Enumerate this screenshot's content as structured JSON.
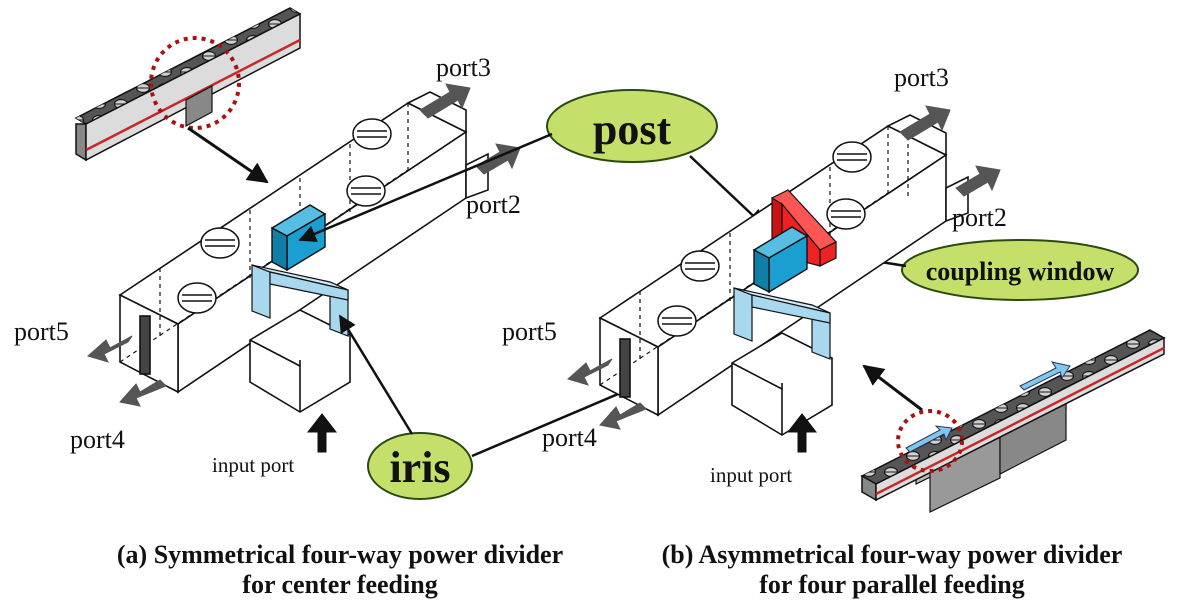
{
  "labels": {
    "a_port3": "port3",
    "a_port2": "port2",
    "a_port5": "port5",
    "a_port4": "port4",
    "a_input": "input port",
    "b_port3": "port3",
    "b_port2": "port2",
    "b_port5": "port5",
    "b_port4": "port4",
    "b_input": "input port"
  },
  "callouts": {
    "post": "post",
    "iris": "iris",
    "coupling_window": "coupling window"
  },
  "captions": {
    "a_line1": "(a) Symmetrical four-way power divider",
    "a_line2": "for center feeding",
    "b_line1": "(b) Asymmetrical four-way power divider",
    "b_line2": "for four parallel feeding"
  },
  "colors": {
    "post_blue": "#1a9fd0",
    "iris_light_blue": "#a8d8ee",
    "coupling_red": "#ee2222",
    "callout_green": "#c5e06a",
    "array_dark": "#555555"
  }
}
